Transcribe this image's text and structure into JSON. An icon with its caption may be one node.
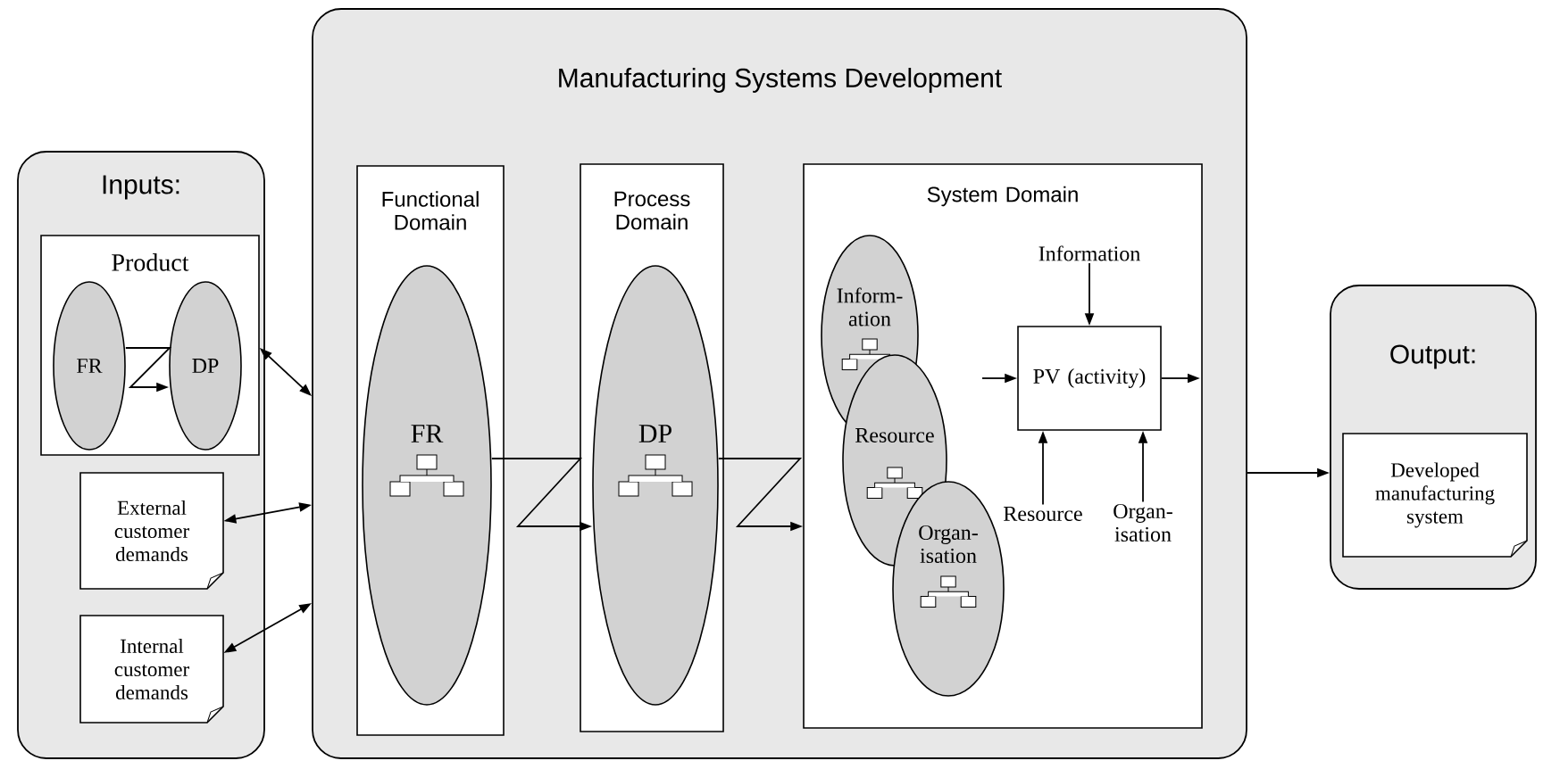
{
  "diagram": {
    "nodes": [
      {
        "text": [
          "Inputs:"
        ]
      },
      {
        "text": [
          "Product"
        ],
        "in": 0
      },
      {
        "text": [
          "FR"
        ],
        "in": 1
      },
      {
        "text": [
          "DP"
        ],
        "in": 1
      },
      {
        "text": [
          "External customer demands"
        ],
        "in": 0
      },
      {
        "text": [
          "Internal customer demands"
        ],
        "in": 0
      },
      {
        "text": [
          "Manufacturing Systems Development"
        ]
      },
      {
        "text": [
          "Functional Domain"
        ],
        "in": 6
      },
      {
        "text": [
          "FR"
        ],
        "in": 7
      },
      {
        "text": [
          "Process Domain"
        ],
        "in": 6
      },
      {
        "text": [
          "DP"
        ],
        "in": 9
      },
      {
        "text": [
          "System Domain"
        ],
        "in": 6
      },
      {
        "text": [
          "Inform- ation"
        ],
        "in": 11
      },
      {
        "text": [
          "Resource"
        ],
        "in": 11
      },
      {
        "text": [
          "Organ- isation"
        ],
        "in": 11
      },
      {
        "text": [
          "PV (activity)"
        ],
        "in": 11
      },
      {
        "text": [
          "Information"
        ],
        "in": 11
      },
      {
        "text": [
          "Resource"
        ],
        "in": 11
      },
      {
        "text": [
          "Organ- isation"
        ],
        "in": 11
      },
      {
        "text": [
          "Output:"
        ]
      },
      {
        "text": [
          "Developed manufacturing system"
        ],
        "in": 19
      }
    ],
    "edges": [
      {
        "from": 2,
        "to": 3,
        "arrow": "to"
      },
      {
        "from": 1,
        "to": 6,
        "arrow": "both"
      },
      {
        "from": 4,
        "to": 6,
        "arrow": "both"
      },
      {
        "from": 5,
        "to": 6,
        "arrow": "both"
      },
      {
        "from": 8,
        "to": 10,
        "arrow": "to"
      },
      {
        "from": 10,
        "to": 11,
        "arrow": "to"
      },
      {
        "from": null,
        "to": 15,
        "arrow": "to"
      },
      {
        "from": 15,
        "to": null,
        "arrow": "to"
      },
      {
        "from": 16,
        "to": 15,
        "arrow": "to"
      },
      {
        "from": 17,
        "to": 15,
        "arrow": "to"
      },
      {
        "from": 18,
        "to": 15,
        "arrow": "to"
      },
      {
        "from": 6,
        "to": 19,
        "arrow": "to"
      }
    ]
  }
}
